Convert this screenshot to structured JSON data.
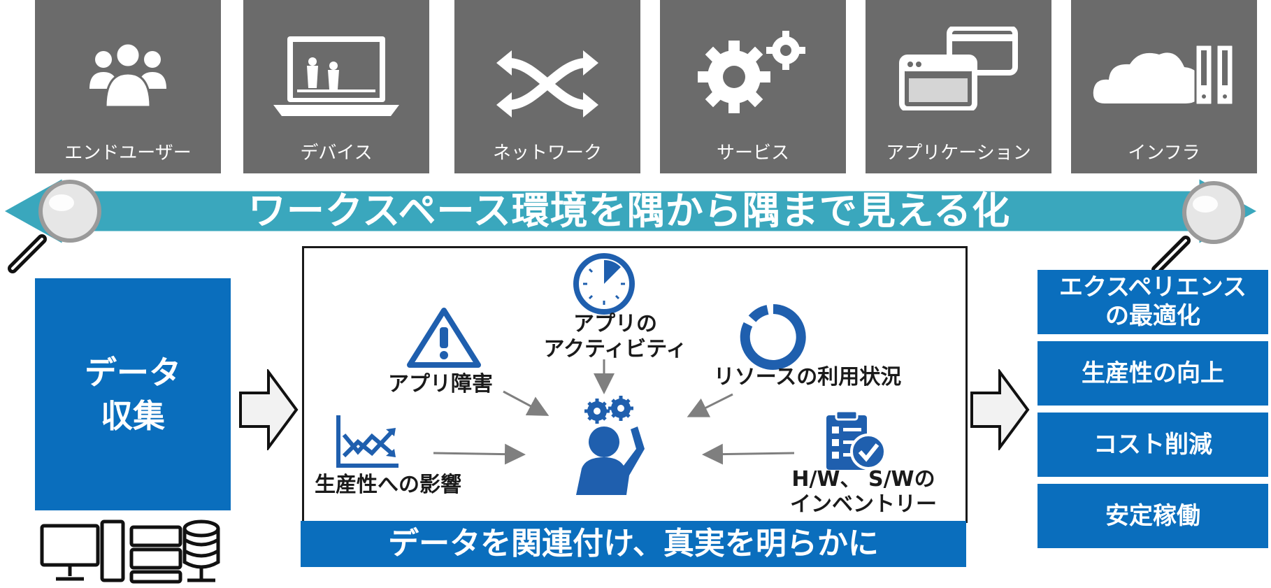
{
  "tiles": [
    {
      "label": "エンドユーザー",
      "icon": "users-icon"
    },
    {
      "label": "デバイス",
      "icon": "laptop-icon"
    },
    {
      "label": "ネットワーク",
      "icon": "network-arrows-icon"
    },
    {
      "label": "サービス",
      "icon": "gears-icon"
    },
    {
      "label": "アプリケーション",
      "icon": "windows-icon"
    },
    {
      "label": "インフラ",
      "icon": "cloud-servers-icon"
    }
  ],
  "banner": {
    "text": "ワークスペース環境を隅から隅まで見える化"
  },
  "data_collection": {
    "text": "データ\n収集"
  },
  "center": {
    "caption": "データを関連付け、真実を明らかに",
    "items": {
      "app_failure": "アプリ障害",
      "app_activity": "アプリの\nアクティビティ",
      "resource_usage": "リソースの利用状況",
      "productivity_impact": "生産性への影響",
      "inventory": "H/W、 S/Wの\nインベントリー"
    }
  },
  "outcomes": [
    "エクスペリエンス\nの最適化",
    "生産性の向上",
    "コスト削減",
    "安定稼働"
  ],
  "colors": {
    "tile": "#6b6b6b",
    "banner": "#3aa7bd",
    "primary": "#0a6ebd",
    "icon_blue": "#1f5fae",
    "arrow": "#7f7f7f"
  }
}
